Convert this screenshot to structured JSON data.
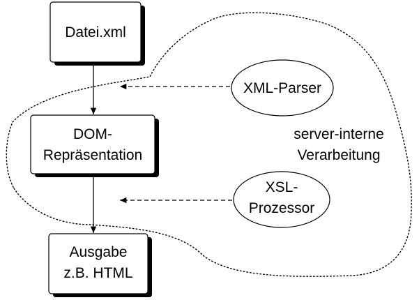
{
  "nodes": {
    "datei": {
      "label": "Datei.xml"
    },
    "dom": {
      "line1": "DOM-",
      "line2": "Repräsentation"
    },
    "ausgabe": {
      "line1": "Ausgabe",
      "line2": "z.B. HTML"
    },
    "xml_parser": {
      "label": "XML-Parser"
    },
    "xsl_prozessor": {
      "line1": "XSL-",
      "line2": "Prozessor"
    }
  },
  "region": {
    "line1": "server-interne",
    "line2": "Verarbeitung"
  },
  "colors": {
    "stroke": "#000000",
    "shadow": "#000000",
    "fill": "#ffffff"
  }
}
